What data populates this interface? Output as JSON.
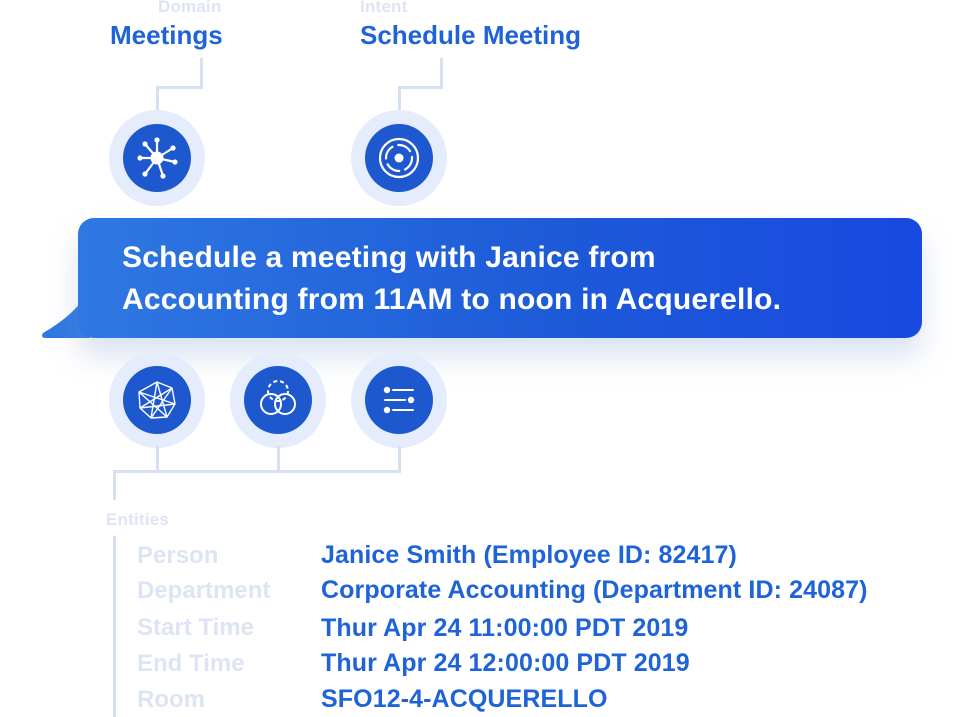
{
  "domain": {
    "caption": "Domain",
    "value": "Meetings",
    "icon": "network-hub-icon"
  },
  "intent": {
    "caption": "Intent",
    "value": "Schedule Meeting",
    "icon": "target-icon"
  },
  "utterance": {
    "line1": "Schedule a meeting with Janice from",
    "line2": "Accounting from 11AM to noon in Acquerello."
  },
  "entity_icons": [
    "mesh-polygon-icon",
    "venn-circles-icon",
    "sliders-icon"
  ],
  "entities": {
    "caption": "Entities",
    "rows": [
      {
        "key": "Person",
        "value": "Janice Smith (Employee ID: 82417)"
      },
      {
        "key": "Department",
        "value": "Corporate Accounting (Department ID: 24087)"
      },
      {
        "key": "Start Time",
        "value": "Thur Apr 24 11:00:00 PDT 2019"
      },
      {
        "key": "End Time",
        "value": "Thur Apr 24 12:00:00 PDT 2019"
      },
      {
        "key": "Room",
        "value": "SFO12-4-ACQUERELLO"
      }
    ]
  },
  "colors": {
    "accent": "#1f63d8",
    "disc": "#1d58cf",
    "halo": "#e5ecfb",
    "muted_label": "#dde4f4",
    "connector": "#d7dff3"
  }
}
